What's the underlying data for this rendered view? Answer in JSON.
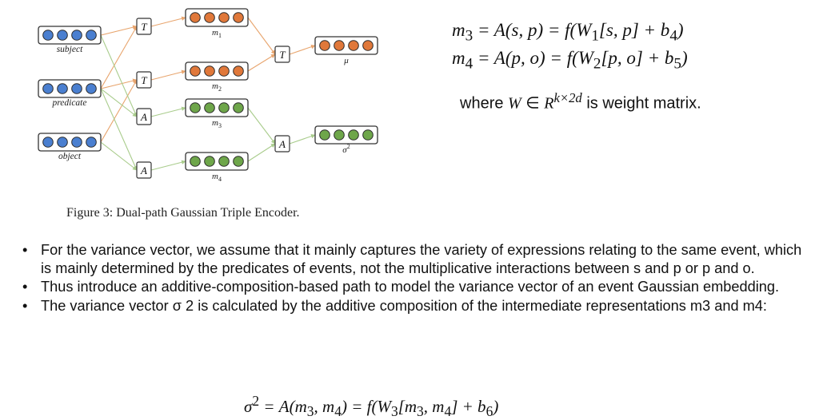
{
  "diagram": {
    "caption": "Figure 3: Dual-path Gaussian Triple Encoder.",
    "inputs": [
      {
        "id": "subject",
        "label": "subject"
      },
      {
        "id": "predicate",
        "label": "predicate"
      },
      {
        "id": "object",
        "label": "object"
      }
    ],
    "operators": [
      {
        "id": "t1",
        "label": "T"
      },
      {
        "id": "t2",
        "label": "T"
      },
      {
        "id": "a1",
        "label": "A"
      },
      {
        "id": "a2",
        "label": "A"
      },
      {
        "id": "t3",
        "label": "T"
      },
      {
        "id": "a3",
        "label": "A"
      }
    ],
    "vectors": [
      {
        "id": "m1",
        "label": "m",
        "sub": "1",
        "sup": "",
        "color": "orange"
      },
      {
        "id": "m2",
        "label": "m",
        "sub": "2",
        "sup": "",
        "color": "orange"
      },
      {
        "id": "m3",
        "label": "m",
        "sub": "3",
        "sup": "",
        "color": "green"
      },
      {
        "id": "m4",
        "label": "m",
        "sub": "4",
        "sup": "",
        "color": "green"
      },
      {
        "id": "mu",
        "label": "μ",
        "sub": "",
        "sup": "",
        "color": "orange"
      },
      {
        "id": "sigma",
        "label": "σ",
        "sub": "",
        "sup": "2",
        "color": "green"
      }
    ],
    "colors": {
      "blue": "#4a7fd0",
      "orange": "#e0783a",
      "green": "#6ea64a",
      "orange_edge": "#e8a56e",
      "green_edge": "#a9cc8c"
    }
  },
  "equations": {
    "m3_lhs": "m",
    "m3_sub": "3",
    "m3_rhs": " = A(s, p) = f(W",
    "m3_w_sub": "1",
    "m3_tail": "[s, p] + b",
    "m3_b_sub": "4",
    "m3_close": ")",
    "m4_lhs": "m",
    "m4_sub": "4",
    "m4_rhs": " = A(p, o) = f(W",
    "m4_w_sub": "2",
    "m4_tail": "[p, o] + b",
    "m4_b_sub": "5",
    "m4_close": ")",
    "where_pre": "where ",
    "where_w": "W",
    "where_in": " ∈ ",
    "where_r": "R",
    "where_sup": "k×2d",
    "where_post": " is weight matrix.",
    "sigma_lhs": "σ",
    "sigma_sup": "2",
    "sigma_rhs": " = A(m",
    "sigma_m3_sub": "3",
    "sigma_mid": ", m",
    "sigma_m4_sub": "4",
    "sigma_tail": ") = f(W",
    "sigma_w_sub": "3",
    "sigma_tail2": "[m",
    "sigma_m3b_sub": "3",
    "sigma_mid2": ", m",
    "sigma_m4b_sub": "4",
    "sigma_tail3": "] + b",
    "sigma_b_sub": "6",
    "sigma_close": ")"
  },
  "bullets": [
    "For the variance vector, we assume that it mainly captures the variety of expressions relating to the same event, which is mainly determined by the predicates of events, not the multiplicative interactions between s and p or p and o.",
    "Thus introduce an additive-composition-based path to model the variance vector of an event Gaussian embedding.",
    "The variance vector σ 2 is calculated by the additive composition of the intermediate representations m3 and m4:"
  ]
}
